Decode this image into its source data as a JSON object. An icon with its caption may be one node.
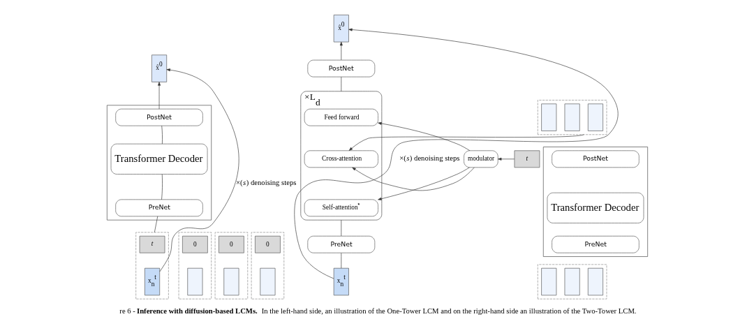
{
  "diagram": {
    "caption": "re 6 - **Inference with diffusion-based LCMs.** In the left-hand side, an illustration of the One-Tower LCM and on the right-hand side an illustration of the Two-Tower LCM.",
    "nodes": [
      {
        "text": [
          "x̂$^{0}$"
        ]
      },
      {
        "text": [],
        "shape": "box"
      },
      {
        "text": [
          "PostNet"
        ],
        "in": 1
      },
      {
        "text": [
          "Transformer Decoder"
        ],
        "in": 1
      },
      {
        "text": [
          "PreNet"
        ],
        "in": 1
      },
      {
        "text": [],
        "shape": "box"
      },
      {
        "text": [
          "0"
        ],
        "in": 5
      },
      {
        "text": [],
        "shape": "box",
        "in": 5
      },
      {
        "text": [],
        "shape": "box"
      },
      {
        "text": [
          "0"
        ],
        "in": 8
      },
      {
        "text": [],
        "shape": "box",
        "in": 8
      },
      {
        "text": [],
        "shape": "box"
      },
      {
        "text": [
          "0"
        ],
        "in": 11
      },
      {
        "text": [],
        "shape": "box",
        "in": 11
      },
      {
        "text": [],
        "shape": "box"
      },
      {
        "text": [
          "*t*"
        ],
        "in": 14
      },
      {
        "text": [
          "x$_{n}$$^{t}$"
        ],
        "in": 14
      },
      {
        "text": [],
        "shape": "box"
      },
      {
        "text": [],
        "shape": "box",
        "in": 17
      },
      {
        "text": [],
        "shape": "box",
        "in": 17
      },
      {
        "text": [],
        "shape": "box",
        "in": 17
      },
      {
        "text": [],
        "shape": "box"
      },
      {
        "text": [
          "PostNet"
        ],
        "in": 21
      },
      {
        "text": [
          "Transformer Decoder"
        ],
        "in": 21
      },
      {
        "text": [
          "PreNet"
        ],
        "in": 21
      },
      {
        "text": [],
        "shape": "box"
      },
      {
        "text": [],
        "shape": "box",
        "in": 25
      },
      {
        "text": [],
        "shape": "box",
        "in": 25
      },
      {
        "text": [],
        "shape": "box",
        "in": 25
      },
      {
        "text": [
          "x̂$^{0}$"
        ]
      },
      {
        "text": [
          "PostNet"
        ]
      },
      {
        "text": [
          "×L$_{d}$"
        ]
      },
      {
        "text": [
          "Feed forward"
        ],
        "in": 31
      },
      {
        "text": [
          "Cross-attention"
        ],
        "in": 31
      },
      {
        "text": [
          "Self-attention$^{⋆}$"
        ],
        "in": 31
      },
      {
        "text": [
          "modulator"
        ]
      },
      {
        "text": [
          "*t*"
        ]
      },
      {
        "text": [
          "PreNet"
        ]
      },
      {
        "text": [
          "x$_{n}$$^{t}$"
        ]
      }
    ],
    "edges": [
      {
        "from": 14,
        "to": 4,
        "arrow": "none"
      },
      {
        "from": 4,
        "to": 3,
        "arrow": "none"
      },
      {
        "from": 3,
        "to": 2,
        "arrow": "none"
      },
      {
        "from": 2,
        "to": 0,
        "arrow": "to"
      },
      {
        "from": 16,
        "to": 0,
        "arrow": "to",
        "label": "×(*s*) denoising steps"
      },
      {
        "from": 17,
        "to": 33,
        "arrow": "to"
      },
      {
        "from": 38,
        "to": 37,
        "arrow": "none"
      },
      {
        "from": 37,
        "to": 31,
        "arrow": "none"
      },
      {
        "from": 31,
        "to": 30,
        "arrow": "none"
      },
      {
        "from": 30,
        "to": 29,
        "arrow": "to"
      },
      {
        "from": 36,
        "to": 35,
        "arrow": "to"
      },
      {
        "from": 35,
        "to": 32,
        "arrow": "to"
      },
      {
        "from": 35,
        "to": 33,
        "arrow": "to"
      },
      {
        "from": 35,
        "to": 34,
        "arrow": "to"
      },
      {
        "from": 38,
        "to": 29,
        "arrow": "to",
        "label": "×(*s*) denoising steps"
      }
    ]
  }
}
